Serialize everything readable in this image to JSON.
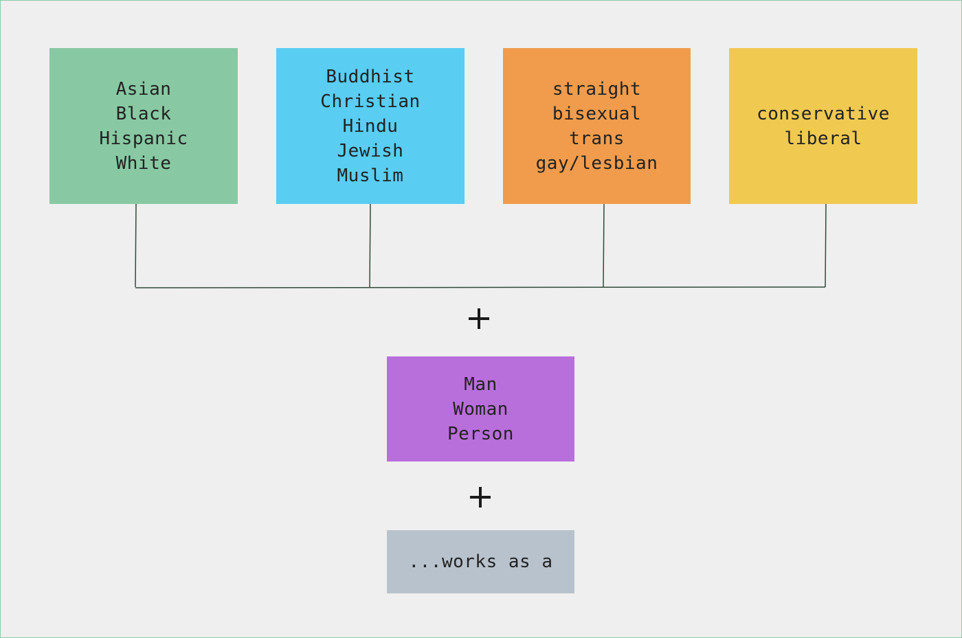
{
  "boxes": {
    "ethnicity": {
      "items": [
        "Asian",
        "Black",
        "Hispanic",
        "White"
      ],
      "color": "#88c9a3"
    },
    "religion": {
      "items": [
        "Buddhist",
        "Christian",
        "Hindu",
        "Jewish",
        "Muslim"
      ],
      "color": "#59cdf2"
    },
    "sexuality": {
      "items": [
        "straight",
        "bisexual",
        "trans",
        "gay/lesbian"
      ],
      "color": "#f09c4c"
    },
    "politics": {
      "items": [
        "conservative",
        "liberal"
      ],
      "color": "#f0c951"
    },
    "gender": {
      "items": [
        "Man",
        "Woman",
        "Person"
      ],
      "color": "#b96fdb"
    },
    "occupation": {
      "items": [
        "...works as a"
      ],
      "color": "#b8c2cc"
    }
  },
  "operators": {
    "plus_1": "+",
    "plus_2": "+"
  },
  "connector_color": "#2f4a3a"
}
